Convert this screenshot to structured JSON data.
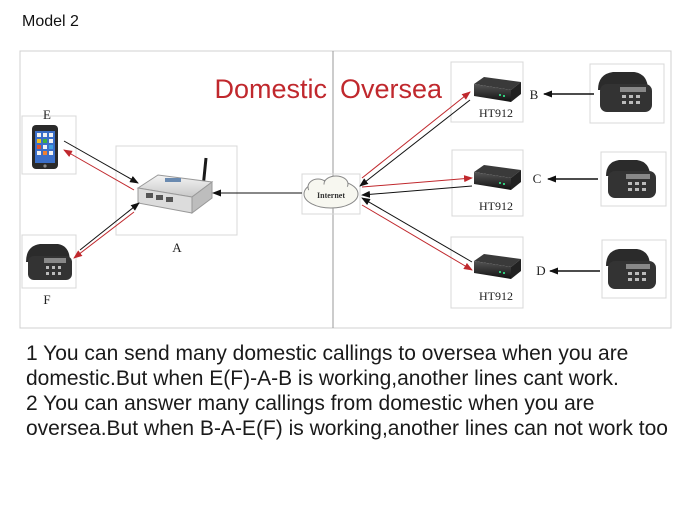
{
  "title": "Model 2",
  "regions": {
    "left": "Domestic",
    "right": "Oversea"
  },
  "nodes": {
    "E": {
      "label": "E",
      "icon": "mobile-phone-icon"
    },
    "F": {
      "label": "F",
      "icon": "desk-phone-icon"
    },
    "A": {
      "label": "A",
      "icon": "gsm-gateway-icon"
    },
    "internet": {
      "label": "Internet",
      "icon": "cloud-icon"
    },
    "B": {
      "label": "B",
      "device": "HT912",
      "icon": "desk-phone-icon"
    },
    "C": {
      "label": "C",
      "device": "HT912",
      "icon": "desk-phone-icon"
    },
    "D": {
      "label": "D",
      "device": "HT912",
      "icon": "desk-phone-icon"
    }
  },
  "colors": {
    "region_title": "#c0282d",
    "arrow_red": "#c0282d",
    "arrow_black": "#111111",
    "frame": "#d8d8d8"
  },
  "caption": {
    "line1": "1 You can send many domestic callings to oversea when you are domestic.But when E(F)-A-B is working,another lines cant work.",
    "line2": "2 You can answer many callings from domestic when you are oversea.But when B-A-E(F) is working,another lines can not work too"
  }
}
